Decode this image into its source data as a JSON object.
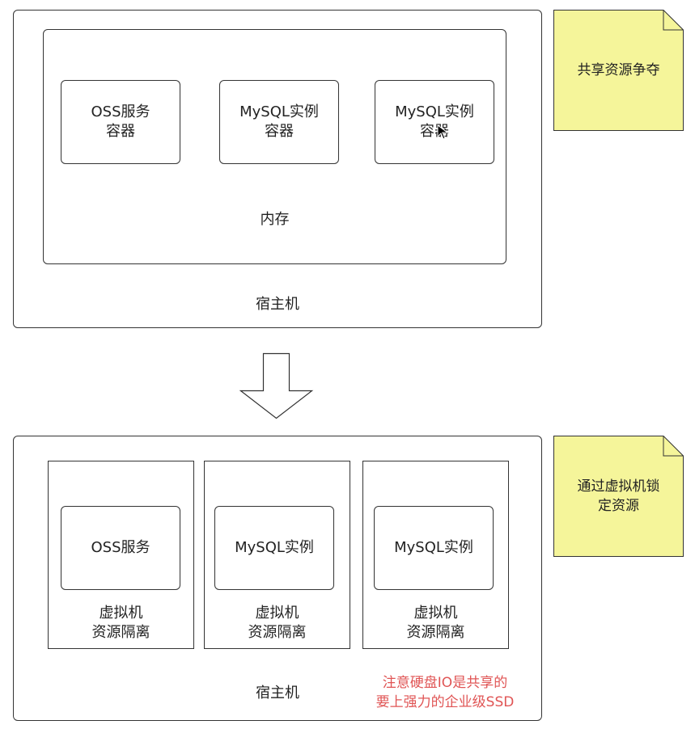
{
  "top": {
    "host_label": "宿主机",
    "memory_label": "内存",
    "containers": [
      {
        "line1": "OSS服务",
        "line2": "容器"
      },
      {
        "line1": "MySQL实例",
        "line2": "容器"
      },
      {
        "line1": "MySQL实例",
        "line2": "容器"
      }
    ],
    "note": "共享资源争夺"
  },
  "bottom": {
    "host_label": "宿主机",
    "vms": [
      {
        "service": "OSS服务",
        "vm_line1": "虚拟机",
        "vm_line2": "资源隔离"
      },
      {
        "service": "MySQL实例",
        "vm_line1": "虚拟机",
        "vm_line2": "资源隔离"
      },
      {
        "service": "MySQL实例",
        "vm_line1": "虚拟机",
        "vm_line2": "资源隔离"
      }
    ],
    "warning_line1": "注意硬盘IO是共享的",
    "warning_line2": "要上强力的企业级SSD",
    "note_line1": "通过虚拟机锁",
    "note_line2": "定资源"
  },
  "colors": {
    "note_fill": "#f5f59a",
    "warning": "#e05555",
    "stroke": "#333333"
  }
}
